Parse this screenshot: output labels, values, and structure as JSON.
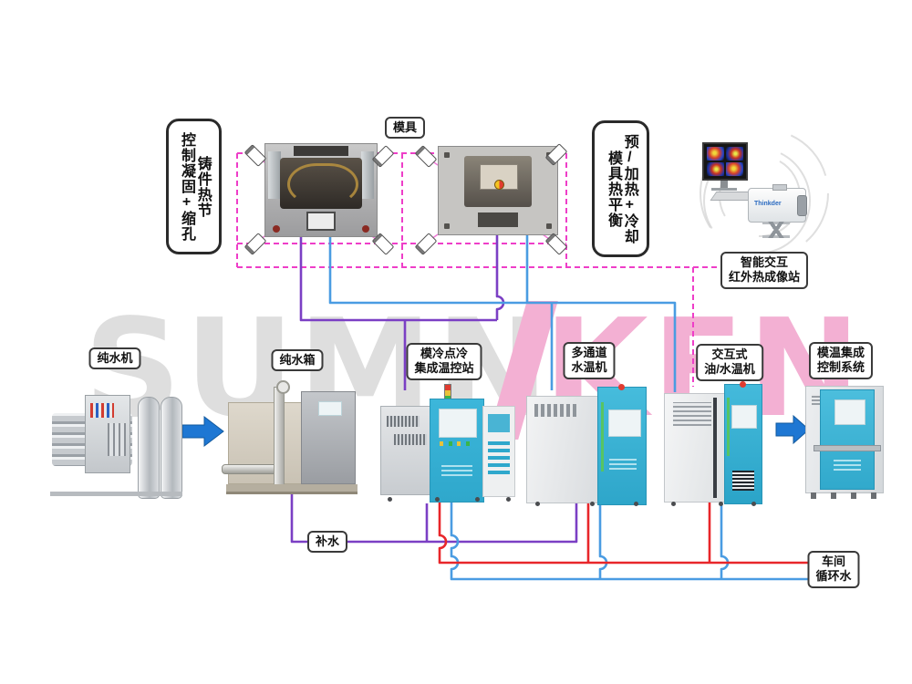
{
  "colors": {
    "purple": "#7b3fc4",
    "blue": "#4a9ce2",
    "red": "#e8262a",
    "magenta": "#ee3ec8",
    "arrow_blue": "#1e77d3",
    "cyan_machine": "#3cb6da",
    "watermark_gray": "#dedede",
    "watermark_pink": "#f3b0d3",
    "label_border": "#3a3a3a"
  },
  "watermark": {
    "gray": "SUMN",
    "pink": "KEN"
  },
  "annotations": {
    "casting_box": {
      "left_column": "控制凝固+缩孔",
      "right_column": "铸件热节"
    },
    "thermal_box": {
      "left_column": "模具热平衡",
      "right_column": "预/加热+冷却"
    }
  },
  "labels": {
    "mold": "模具",
    "water_purifier": "纯水机",
    "water_tank": "纯水箱",
    "cooling_station": "模冷点冷\n集成温控站",
    "multichannel_unit": "多通道\n水温机",
    "interactive_unit": "交互式\n油/水温机",
    "control_system": "模温集成\n控制系统",
    "imaging_station": "智能交互\n红外热成像站",
    "makeup_water": "补水",
    "workshop_water": "车间\n循环水"
  },
  "devices": {
    "thermal_camera_brand": "Thinkder"
  }
}
